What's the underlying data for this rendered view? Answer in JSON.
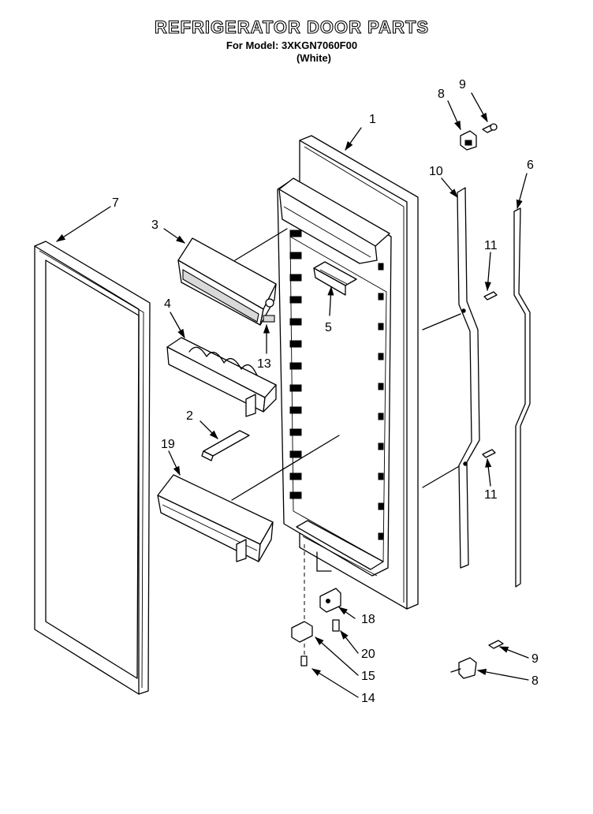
{
  "title": "REFRIGERATOR DOOR PARTS",
  "subtitle": "For Model: 3XKGN7060F00",
  "color_note": "(White)",
  "colors": {
    "ink": "#000000",
    "paper": "#ffffff"
  },
  "callouts": {
    "c1": "1",
    "c2": "2",
    "c3": "3",
    "c4": "4",
    "c5": "5",
    "c6": "6",
    "c7": "7",
    "c8_top": "8",
    "c9_top": "9",
    "c10": "10",
    "c11_top": "11",
    "c11_bottom": "11",
    "c13": "13",
    "c14": "14",
    "c15": "15",
    "c18": "18",
    "c19": "19",
    "c20": "20",
    "c9_bottom": "9",
    "c8_bottom": "8"
  }
}
